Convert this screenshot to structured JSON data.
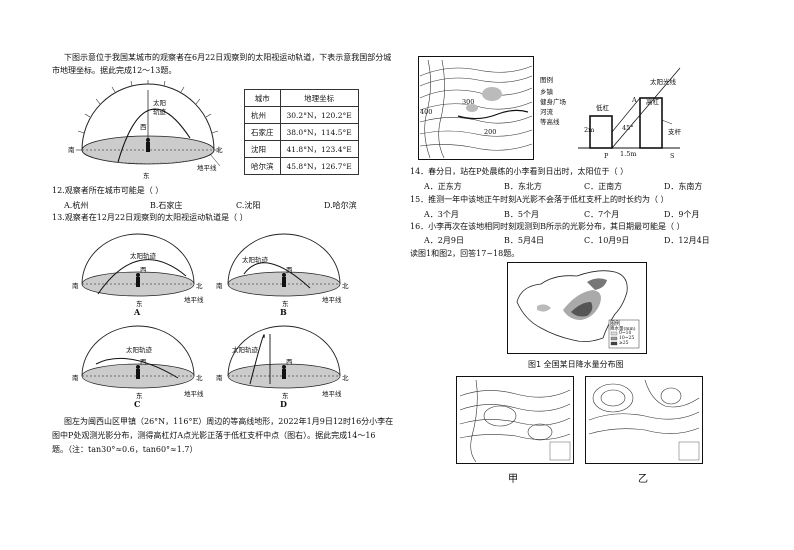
{
  "left": {
    "intro_line1": "下图示意位于我国某城市的观察者在6月22日观察到的太阳视运动轨道，下表示意我国部分城",
    "intro_line2": "市地理坐标。据此完成12～13题。",
    "table": {
      "headers": [
        "城市",
        "地理坐标"
      ],
      "rows": [
        [
          "杭州",
          "30.2°N，120.2°E"
        ],
        [
          "石家庄",
          "38.0°N，114.5°E"
        ],
        [
          "沈阳",
          "41.8°N，123.4°E"
        ],
        [
          "哈尔滨",
          "45.8°N，126.7°E"
        ]
      ]
    },
    "dome_labels": {
      "sun": "太阳",
      "track": "轨迹",
      "west": "西",
      "south": "南",
      "north": "北",
      "east": "东",
      "horizon": "地平线"
    },
    "q12": "12.观察者所在城市可能是（      ）",
    "q12_options": [
      "A.杭州",
      "B.石家庄",
      "C.沈阳",
      "D.哈尔滨"
    ],
    "q13": "13.观察者在12月22日观察到的太阳视运动轨道是（      ）",
    "q13_labels": {
      "sun_track": "太阳轨迹",
      "west": "西",
      "south": "南",
      "north": "北",
      "east": "东",
      "horizon": "地平线"
    },
    "q13_option_letters": [
      "A",
      "B",
      "C",
      "D"
    ],
    "para_line1": "图左为闽西山区甲镇（26°N，116°E）周边的等高线地形，2022年1月9日12时16分小李在",
    "para_line2": "图中P处观测光影分布，测得高杠灯A点光影正落于低杠支杆中点（图右）。据此完成14～16",
    "para_line3": "题。（注：tan30°≈0.6，tan60°≈1.7）"
  },
  "right": {
    "map_legend_title": "图例",
    "map_legend_items": [
      "乡镇",
      "健身广场",
      "河流",
      "等高线"
    ],
    "map_elevations": [
      "400",
      "300",
      "200"
    ],
    "diagram_labels": {
      "sunlight": "太阳光线",
      "high_bar": "高杠",
      "low_bar": "低杠",
      "support": "支杆",
      "A": "A",
      "P": "P",
      "S": "S",
      "angle": "45°",
      "h2": "2m",
      "h1": "1.5m"
    },
    "q14": "14．春分日，站在P处晨练的小李看到日出时，太阳位于（      ）",
    "q14_options": [
      "A．正东方",
      "B．东北方",
      "C．正南方",
      "D．东南方"
    ],
    "q15": "15．推测一年中该地正午时刻A光影不会落于低杠支杆上的时长约为（      ）",
    "q15_options": [
      "A．3个月",
      "B．5个月",
      "C．7个月",
      "D．9个月"
    ],
    "q16": "16．小李再次在该地相同时刻观测到B所示的光影分布，其日期最可能是（      ）",
    "q16_options": [
      "A．2月9日",
      "B．5月4日",
      "C．10月9日",
      "D．12月4日"
    ],
    "read_line": "读图1和图2，回答17~18题。",
    "china_legend_title": "图例",
    "china_legend_sub": "降水量(mm)",
    "china_legend_items": [
      "0~10",
      "10~25",
      "≥25"
    ],
    "fig1_caption": "图1   全国某日降水量分布图",
    "fig2_labels": [
      "甲",
      "乙"
    ]
  }
}
